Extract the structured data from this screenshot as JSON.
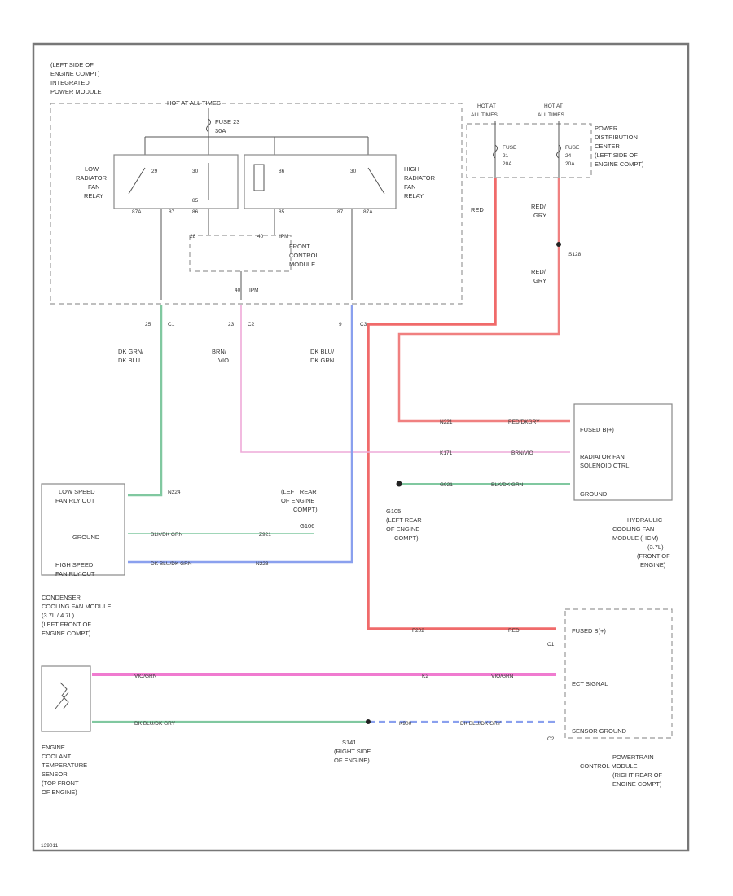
{
  "colors": {
    "red": "#f06a6a",
    "red_dashed": "#f08080",
    "pink": "#f07bd0",
    "pink_light": "#eeaad8",
    "green": "#80c8a0",
    "blue": "#8aa0ee",
    "outline": "#888888"
  },
  "ipm": {
    "location": [
      "(LEFT SIDE OF",
      "ENGINE COMPT)",
      "INTEGRATED",
      "POWER MODULE"
    ],
    "hot_label": "HOT AT ALL TIMES",
    "fuse_label": "FUSE 23",
    "fuse_rating": "30A",
    "low_relay_label": [
      "LOW",
      "RADIATOR",
      "FAN",
      "RELAY"
    ],
    "high_relay_label": [
      "HIGH",
      "RADIATOR",
      "FAN",
      "RELAY"
    ],
    "low_relay_pins": [
      "29",
      "30",
      "85",
      "87",
      "87A",
      "86"
    ],
    "high_relay_pins": [
      "86",
      "85",
      "87",
      "87A",
      "30"
    ],
    "fcm_label": [
      "FRONT",
      "CONTROL",
      "MODULE"
    ],
    "fcm_pins": [
      "28",
      "40",
      "IPM"
    ],
    "c_pins": [
      "25",
      "C1",
      "23",
      "C2",
      "9",
      "C3",
      "40",
      "IPM"
    ]
  },
  "pdc": {
    "hot_left": [
      "HOT AT",
      "ALL TIMES"
    ],
    "hot_right": [
      "HOT AT",
      "ALL TIMES"
    ],
    "label": [
      "POWER",
      "DISTRIBUTION",
      "CENTER",
      "(LEFT SIDE OF",
      "ENGINE COMPT)"
    ],
    "fuse_left": [
      "FUSE",
      "21",
      "20A"
    ],
    "fuse_right": [
      "FUSE",
      "24",
      "20A"
    ]
  },
  "wires": {
    "ipm_red": "RED",
    "pdc_red_gry_1": [
      "RED/",
      "GRY"
    ],
    "splice_s128": "S128",
    "pdc_red_gry_2": [
      "RED/",
      "GRY"
    ],
    "c1_color": [
      "DK GRN/",
      "DK BLU"
    ],
    "c2_color": [
      "BRN/",
      "VIO"
    ],
    "c3_color": [
      "DK BLU/",
      "DK GRN"
    ],
    "n221": "N221",
    "red_dkgry": "RED/DKGRY",
    "k171": "K171",
    "brn_vio": "BRN/VIO",
    "g921": "G921",
    "blk_dkgrn": "BLK/DK GRN",
    "n224": "N224",
    "blk_dkgrn_2": "BLK/DK GRN",
    "z921": "Z921",
    "dk_blu_dk_grn": "DK BLU/DK GRN",
    "n223": "N223",
    "f202": "F202",
    "red": "RED",
    "viogrn": "VIO/GRN",
    "k2": "K2",
    "viogrn_2": "VIO/GRN",
    "dkblu_grn_dk": "DK BLU/DK GRY",
    "k900": "K900",
    "dkblu_grn_dk_2": "DK BLU/DK GRY"
  },
  "hcfm": {
    "pins": [
      "FUSED B(+)",
      "RADIATOR FAN",
      "SOLENOID CTRL",
      "GROUND"
    ],
    "label": [
      "HYDRAULIC",
      "COOLING FAN",
      "MODULE (HCM)",
      "(3.7L)",
      "(FRONT OF",
      "ENGINE)"
    ]
  },
  "g105": [
    "G105",
    "(LEFT REAR",
    "OF ENGINE",
    "COMPT)"
  ],
  "g106": [
    "(LEFT REAR",
    "OF ENGINE",
    "COMPT)",
    "G106"
  ],
  "condenser": {
    "pins": [
      "LOW SPEED",
      "FAN RLY OUT",
      "GROUND",
      "HIGH SPEED",
      "FAN RLY OUT"
    ],
    "label": [
      "CONDENSER",
      "COOLING FAN MODULE",
      "(3.7L / 4.7L)",
      "(LEFT FRONT OF",
      "ENGINE COMPT)"
    ]
  },
  "pcm": {
    "pins": [
      "FUSED B(+)",
      "ECT SIGNAL",
      "SENSOR GROUND"
    ],
    "connectors": [
      "C1",
      "C2"
    ],
    "label": [
      "POWERTRAIN",
      "CONTROL MODULE",
      "(RIGHT REAR OF",
      "ENGINE COMPT)"
    ]
  },
  "ect": {
    "label": [
      "ENGINE",
      "COOLANT",
      "TEMPERATURE",
      "SENSOR",
      "(TOP FRONT",
      "OF ENGINE)"
    ]
  },
  "s141": [
    "S141",
    "(RIGHT SIDE",
    "OF ENGINE)"
  ],
  "footer_code": "139011"
}
